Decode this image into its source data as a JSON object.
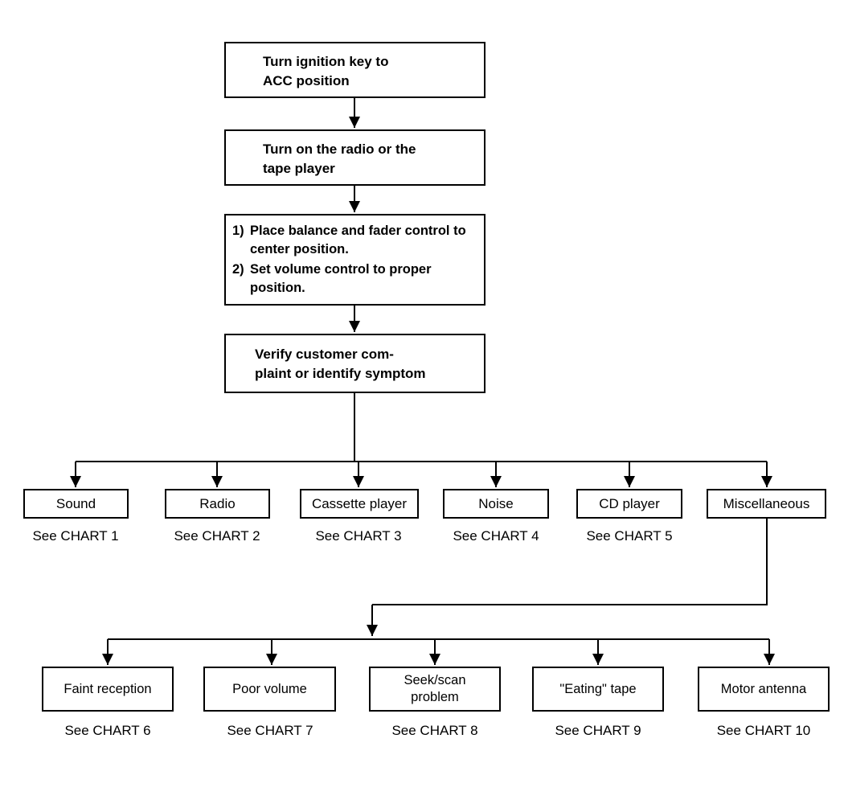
{
  "steps": {
    "step1": "Turn ignition key to\nACC position",
    "step2": "Turn on the radio or the\ntape player",
    "step3": [
      {
        "num": "1)",
        "text": "Place balance and fader control to center position."
      },
      {
        "num": "2)",
        "text": "Set volume control to proper position."
      }
    ],
    "step4": "Verify customer com-\nplaint  or identify symptom"
  },
  "categories": [
    {
      "label": "Sound",
      "chart": "See CHART 1"
    },
    {
      "label": "Radio",
      "chart": "See CHART 2"
    },
    {
      "label": "Cassette player",
      "chart": "See CHART 3"
    },
    {
      "label": "Noise",
      "chart": "See CHART 4"
    },
    {
      "label": "CD player",
      "chart": "See CHART 5"
    },
    {
      "label": "Miscellaneous",
      "chart": ""
    }
  ],
  "misc_items": [
    {
      "label": "Faint reception",
      "chart": "See CHART 6"
    },
    {
      "label": "Poor volume",
      "chart": "See CHART 7"
    },
    {
      "label": "Seek/scan\nproblem",
      "chart": "See CHART 8"
    },
    {
      "label": "\"Eating\" tape",
      "chart": "See CHART 9"
    },
    {
      "label": "Motor antenna",
      "chart": "See CHART 10"
    }
  ]
}
